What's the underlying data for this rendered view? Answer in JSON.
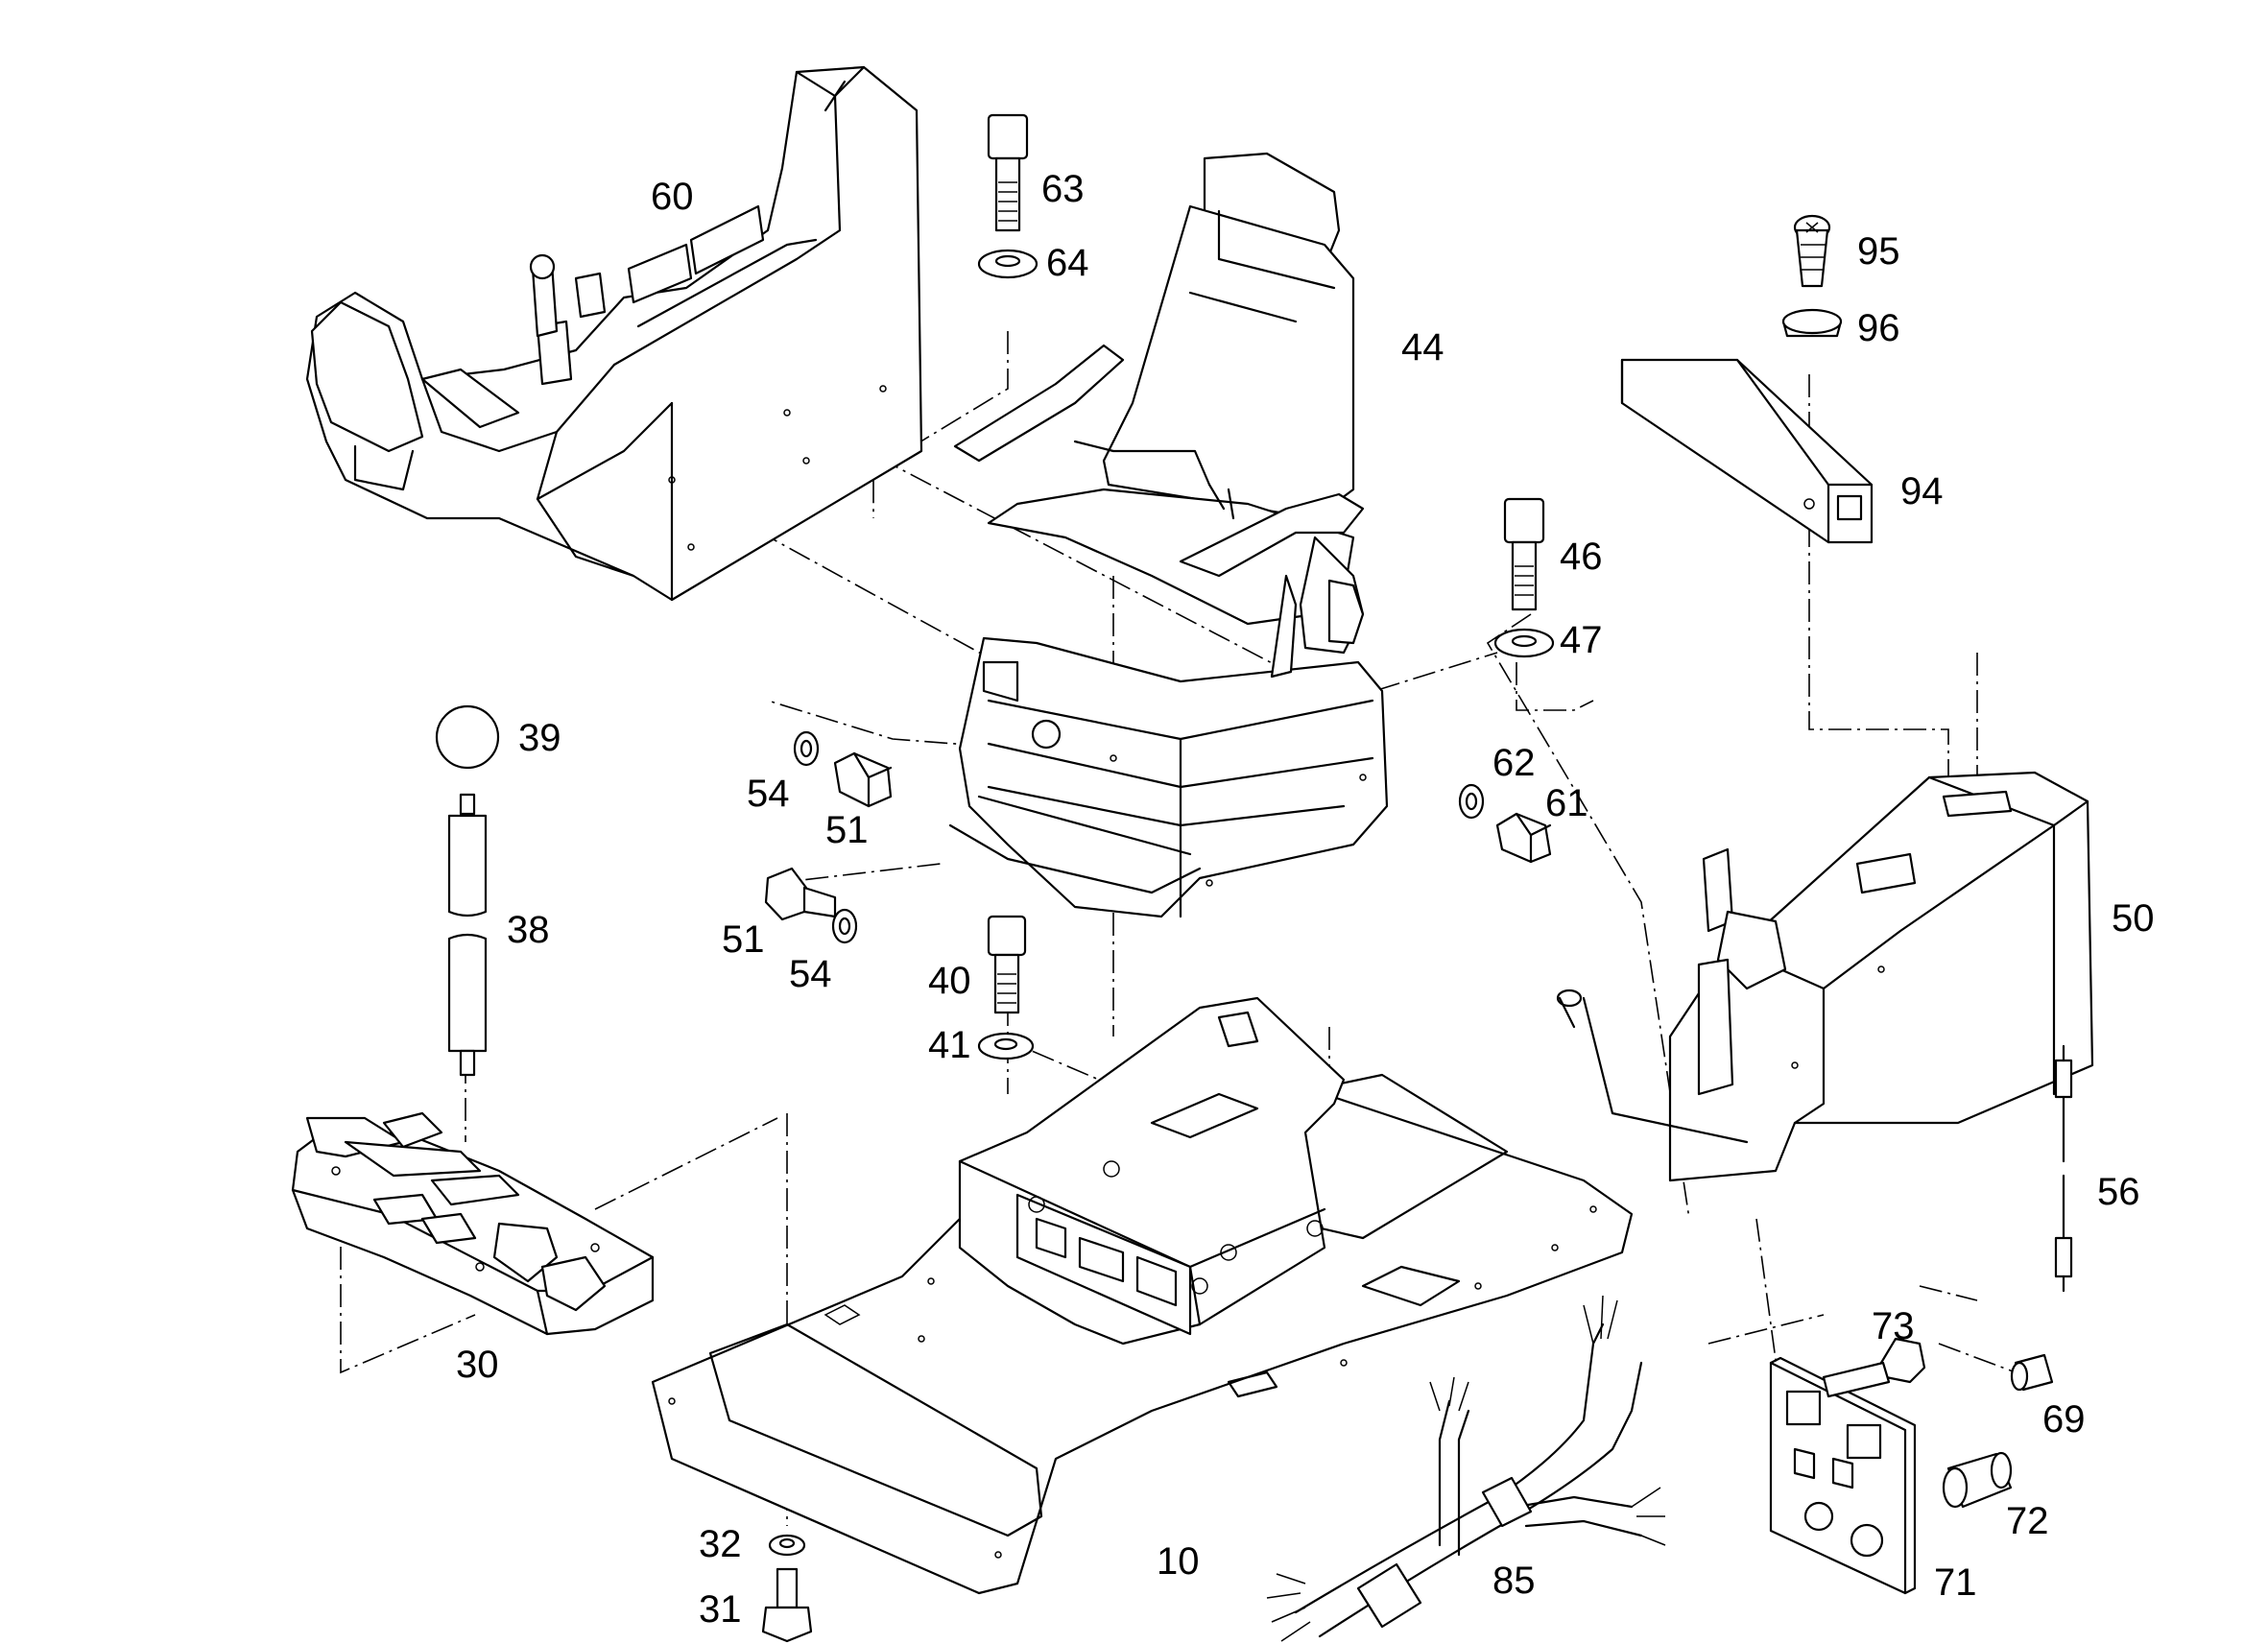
{
  "colors": {
    "line": "#000000",
    "background": "#ffffff"
  },
  "callouts": {
    "p10": "10",
    "p30": "30",
    "p31": "31",
    "p32": "32",
    "p38": "38",
    "p39": "39",
    "p40": "40",
    "p41": "41",
    "p44": "44",
    "p46": "46",
    "p47": "47",
    "p50": "50",
    "p51a": "51",
    "p51b": "51",
    "p54a": "54",
    "p54b": "54",
    "p56": "56",
    "p60": "60",
    "p61": "61",
    "p62": "62",
    "p63": "63",
    "p64": "64",
    "p69": "69",
    "p71": "71",
    "p72": "72",
    "p73": "73",
    "p85": "85",
    "p94": "94",
    "p95": "95",
    "p96": "96"
  }
}
